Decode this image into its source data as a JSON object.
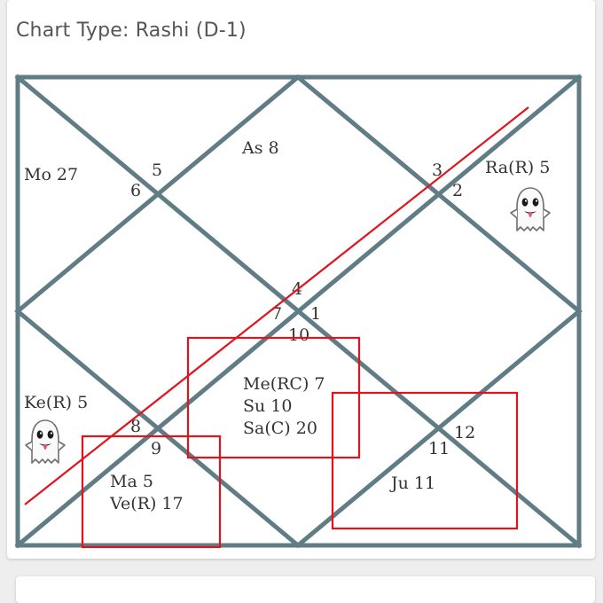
{
  "header": {
    "title": "Chart Type: Rashi (D-1)"
  },
  "colors": {
    "frame": "#607d86",
    "moon": "#2e9a3a",
    "ascendant": "#2c3fb0",
    "annotation": "#e0141e",
    "planet_text": "#333333"
  },
  "houses": [
    {
      "number": "1"
    },
    {
      "number": "2"
    },
    {
      "number": "3"
    },
    {
      "number": "4"
    },
    {
      "number": "5"
    },
    {
      "number": "6"
    },
    {
      "number": "7"
    },
    {
      "number": "8"
    },
    {
      "number": "9"
    },
    {
      "number": "10"
    },
    {
      "number": "11"
    },
    {
      "number": "12"
    }
  ],
  "planets": {
    "ascendant": "As 8",
    "moon": "Mo 27",
    "rahu": "Ra(R) 5",
    "ketu": "Ke(R) 5",
    "mercury": "Me(RC) 7",
    "sun": "Su 10",
    "saturn": "Sa(C) 20",
    "mars": "Ma 5",
    "venus": "Ve(R) 17",
    "jupiter": "Ju 11"
  },
  "icons": {
    "rahu_icon": "ghost-icon",
    "ketu_icon": "ghost-icon"
  }
}
